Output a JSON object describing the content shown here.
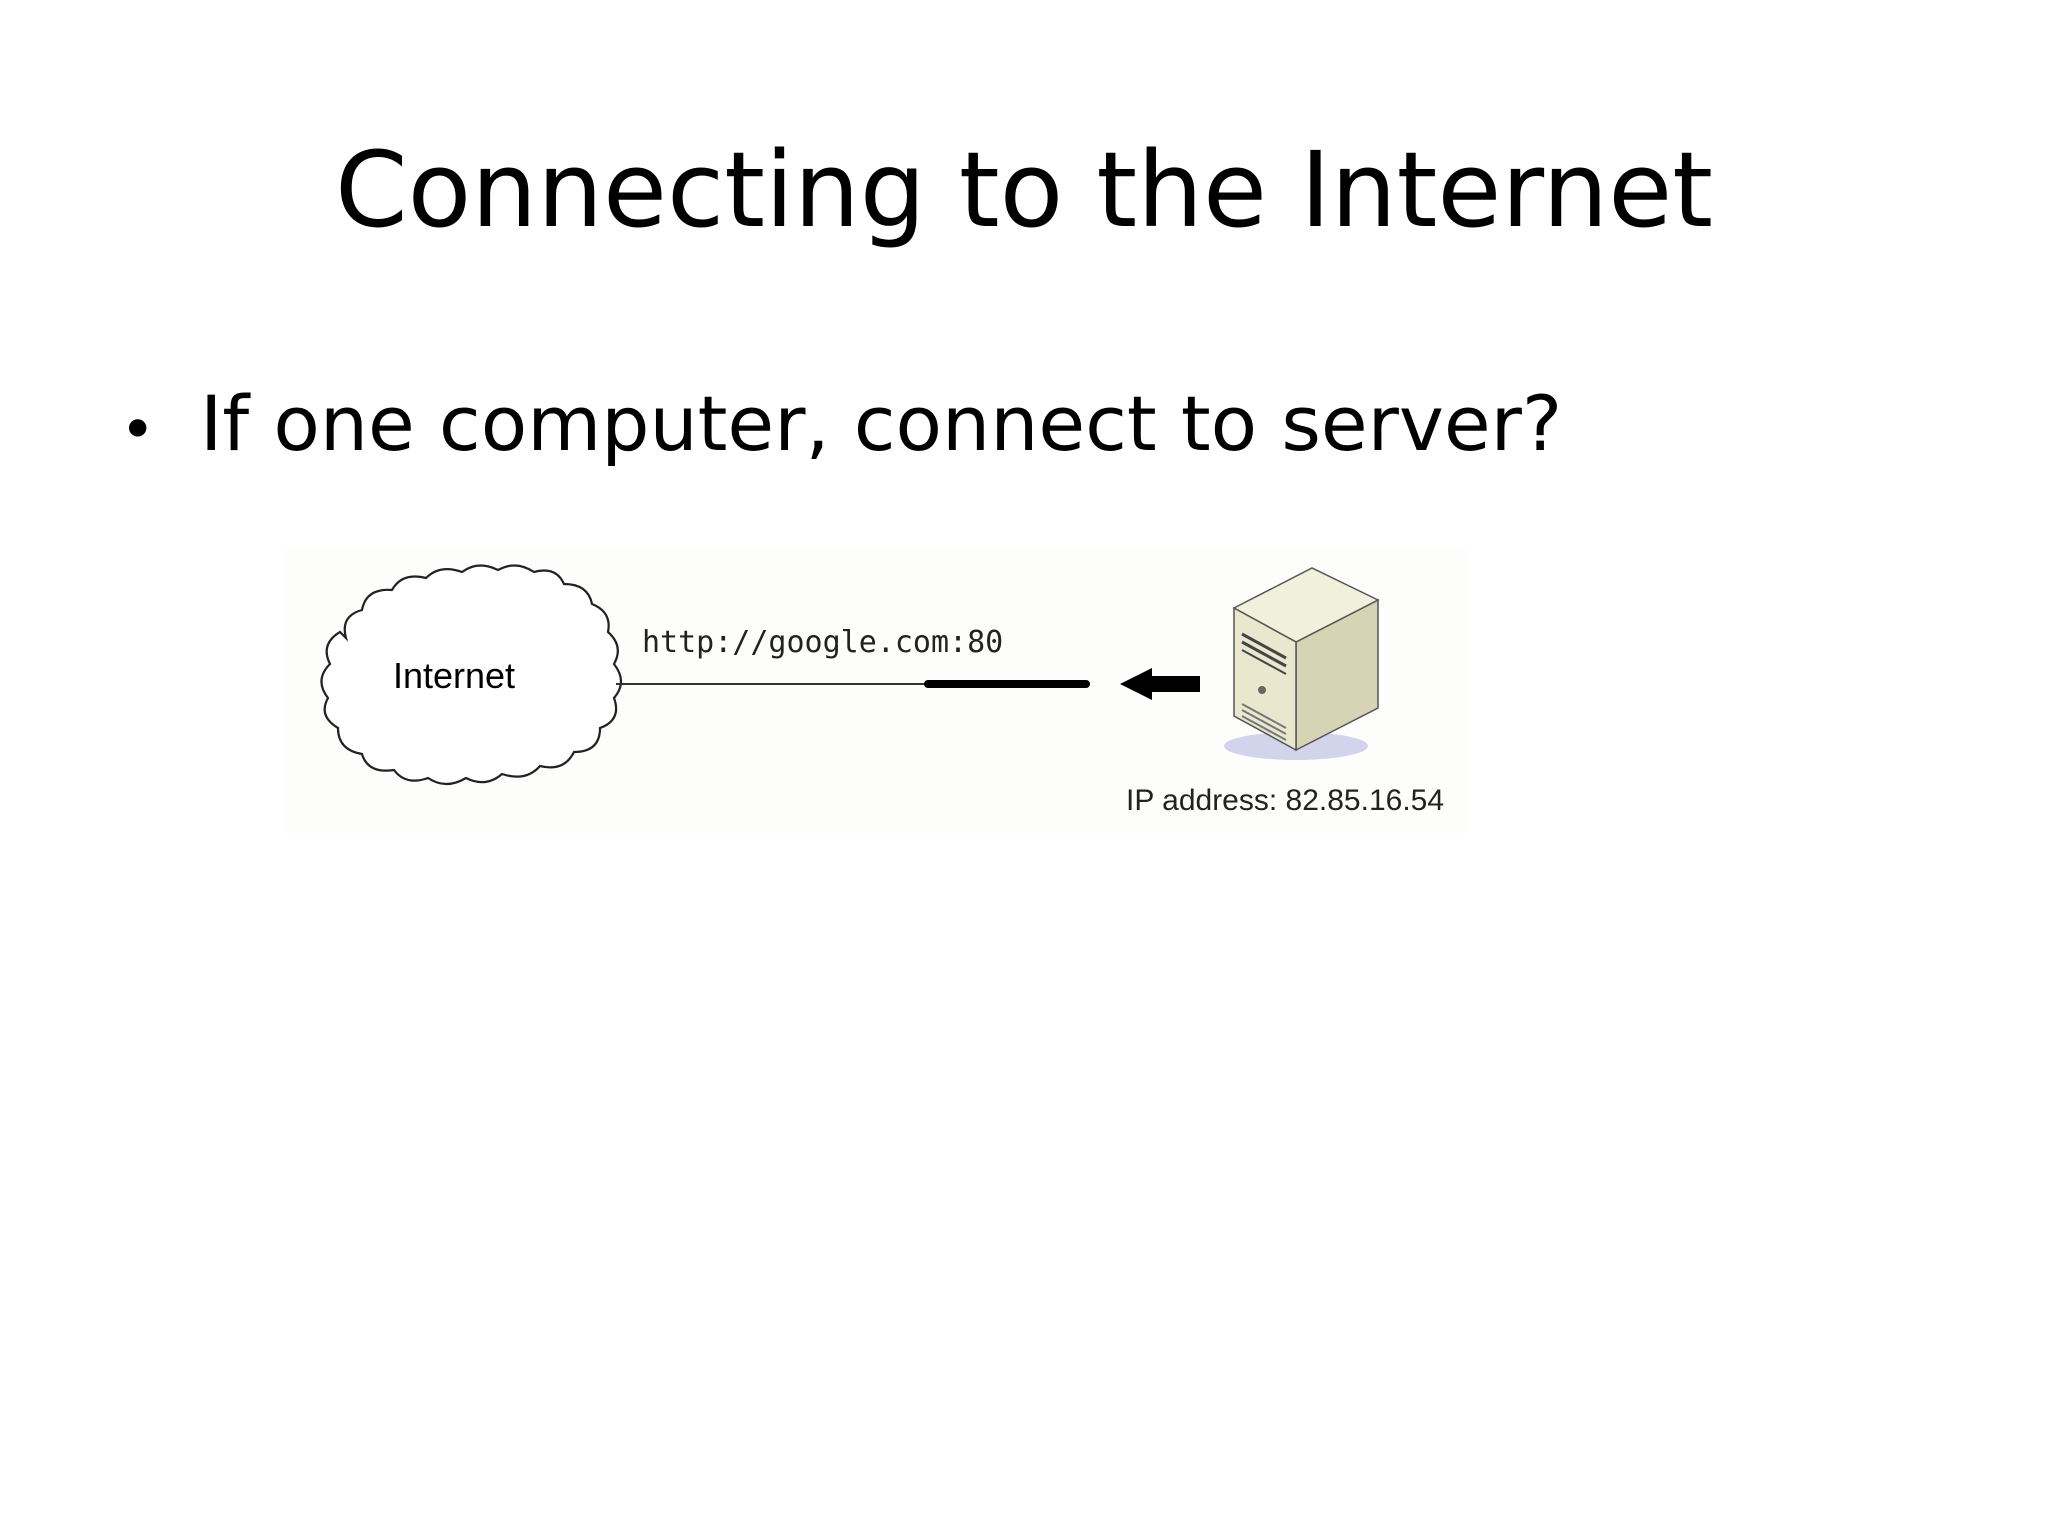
{
  "slide": {
    "title": "Connecting to the Internet",
    "bullets": [
      "If one computer, connect to server?"
    ]
  },
  "diagram": {
    "cloud_label": "Internet",
    "url_label": "http://google.com:80",
    "server_caption": "IP address: 82.85.16.54",
    "icons": {
      "cloud": "cloud-icon",
      "arrow": "arrow-left-icon",
      "server": "server-tower-icon"
    },
    "colors": {
      "server_body": "#e9e8cf",
      "server_side": "#d6d4b4",
      "server_shadow": "#c9cde6",
      "line": "#000000"
    }
  }
}
